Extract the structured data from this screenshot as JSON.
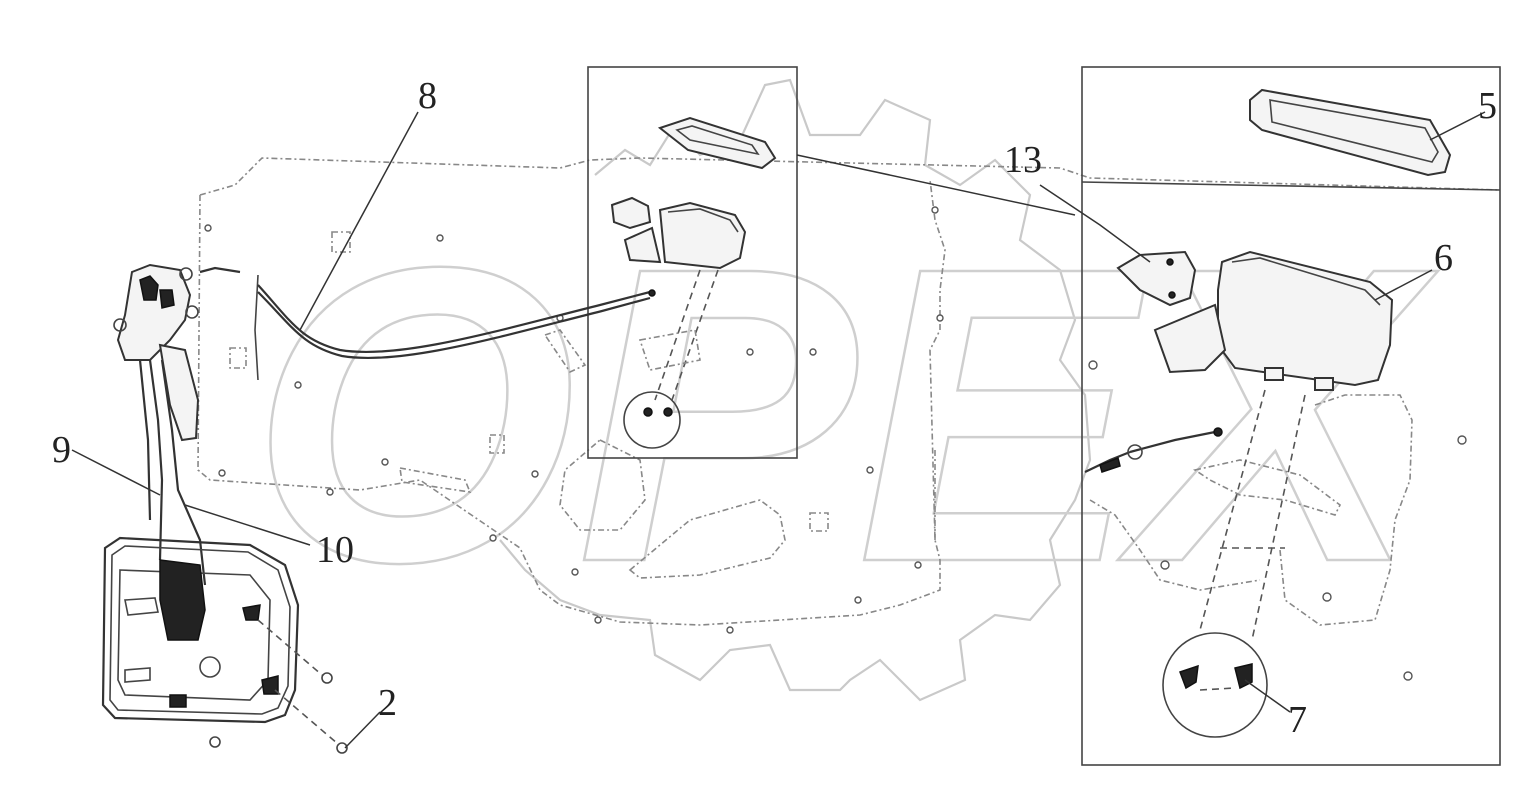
{
  "diagram": {
    "watermark": {
      "text": "OPEX"
    },
    "callouts": [
      {
        "id": "c8",
        "label": "8"
      },
      {
        "id": "c13",
        "label": "13"
      },
      {
        "id": "c5",
        "label": "5"
      },
      {
        "id": "c6",
        "label": "6"
      },
      {
        "id": "c9",
        "label": "9"
      },
      {
        "id": "c10",
        "label": "10"
      },
      {
        "id": "c2",
        "label": "2"
      },
      {
        "id": "c7",
        "label": "7"
      }
    ]
  }
}
